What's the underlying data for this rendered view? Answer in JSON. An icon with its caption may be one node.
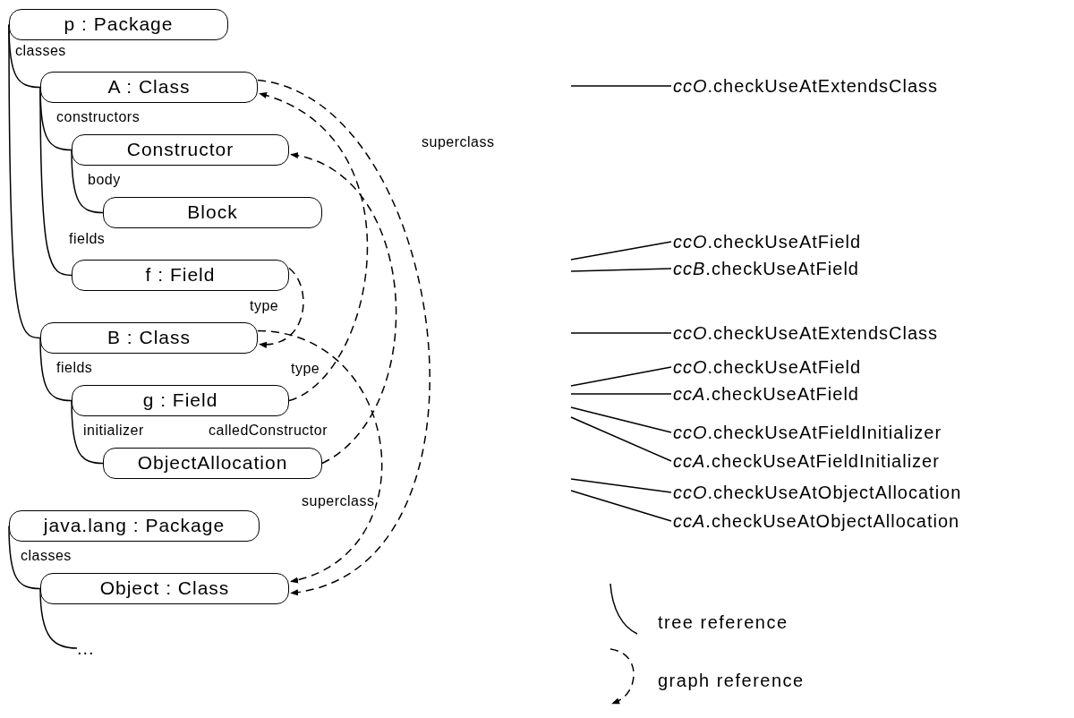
{
  "diagram": {
    "nodes": [
      {
        "text": [
          "p : Package"
        ]
      },
      {
        "text": [
          "A : Class"
        ]
      },
      {
        "text": [
          "Constructor"
        ]
      },
      {
        "text": [
          "Block"
        ]
      },
      {
        "text": [
          "f : Field"
        ]
      },
      {
        "text": [
          "B : Class"
        ]
      },
      {
        "text": [
          "g : Field"
        ]
      },
      {
        "text": [
          "ObjectAllocation"
        ]
      },
      {
        "text": [
          "java.lang : Package"
        ]
      },
      {
        "text": [
          "Object : Class"
        ]
      },
      {
        "text": [
          "..."
        ]
      },
      {
        "text": [
          "*ccO*.checkUseAtExtendsClass"
        ]
      },
      {
        "text": [
          "*ccO*.checkUseAtField"
        ]
      },
      {
        "text": [
          "*ccB*.checkUseAtField"
        ]
      },
      {
        "text": [
          "*ccO*.checkUseAtExtendsClass"
        ]
      },
      {
        "text": [
          "*ccO*.checkUseAtField"
        ]
      },
      {
        "text": [
          "*ccA*.checkUseAtField"
        ]
      },
      {
        "text": [
          "*ccO*.checkUseAtFieldInitializer"
        ]
      },
      {
        "text": [
          "*ccA*.checkUseAtFieldInitializer"
        ]
      },
      {
        "text": [
          "*ccO*.checkUseAtObjectAllocation"
        ]
      },
      {
        "text": [
          "*ccA*.checkUseAtObjectAllocation"
        ]
      }
    ],
    "edges": [
      {
        "from": 0,
        "to": 1,
        "arrow": "none",
        "label": "classes"
      },
      {
        "from": 1,
        "to": 2,
        "arrow": "none",
        "label": "constructors"
      },
      {
        "from": 2,
        "to": 3,
        "arrow": "none",
        "label": "body"
      },
      {
        "from": 1,
        "to": 4,
        "arrow": "none",
        "label": "fields"
      },
      {
        "from": 0,
        "to": 5,
        "arrow": "none"
      },
      {
        "from": 5,
        "to": 6,
        "arrow": "none",
        "label": "fields"
      },
      {
        "from": 6,
        "to": 7,
        "arrow": "none",
        "label": "initializer"
      },
      {
        "from": 8,
        "to": 9,
        "arrow": "none",
        "label": "classes"
      },
      {
        "from": 9,
        "to": 10,
        "arrow": "none"
      },
      {
        "from": 1,
        "to": 9,
        "arrow": "to",
        "label": "superclass",
        "style": "dashed"
      },
      {
        "from": 4,
        "to": 5,
        "arrow": "to",
        "label": "type",
        "style": "dashed"
      },
      {
        "from": 5,
        "to": 9,
        "arrow": "to",
        "label": "superclass",
        "style": "dashed"
      },
      {
        "from": 6,
        "to": 1,
        "arrow": "to",
        "label": "type",
        "style": "dashed"
      },
      {
        "from": 7,
        "to": 2,
        "arrow": "to",
        "label": "calledConstructor",
        "style": "dashed"
      },
      {
        "from": null,
        "to": 11,
        "arrow": "none"
      },
      {
        "from": null,
        "to": 12,
        "arrow": "none"
      },
      {
        "from": null,
        "to": 13,
        "arrow": "none"
      },
      {
        "from": null,
        "to": 14,
        "arrow": "none"
      },
      {
        "from": null,
        "to": 15,
        "arrow": "none"
      },
      {
        "from": null,
        "to": 16,
        "arrow": "none"
      },
      {
        "from": null,
        "to": 17,
        "arrow": "none"
      },
      {
        "from": null,
        "to": 18,
        "arrow": "none"
      },
      {
        "from": null,
        "to": 19,
        "arrow": "none"
      },
      {
        "from": null,
        "to": 20,
        "arrow": "none"
      }
    ],
    "legend": [
      {
        "text": "tree reference"
      },
      {
        "text": "graph reference"
      }
    ]
  }
}
